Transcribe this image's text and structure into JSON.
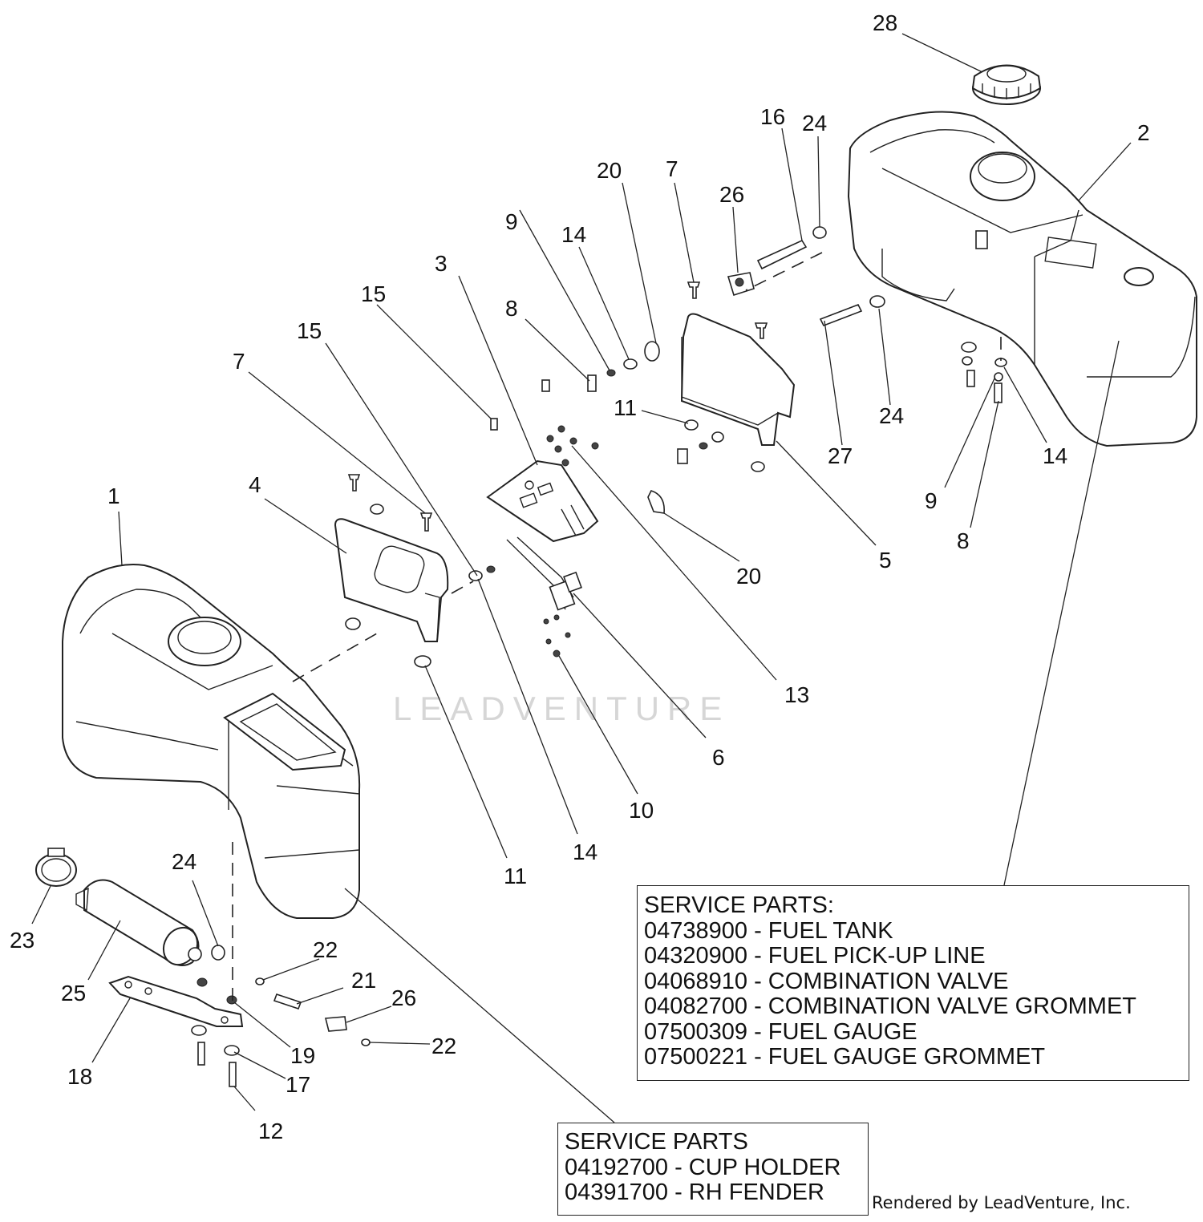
{
  "callouts": [
    {
      "id": "c28",
      "text": "28"
    },
    {
      "id": "c2",
      "text": "2"
    },
    {
      "id": "c16",
      "text": "16"
    },
    {
      "id": "c24a",
      "text": "24"
    },
    {
      "id": "c20a",
      "text": "20"
    },
    {
      "id": "c7a",
      "text": "7"
    },
    {
      "id": "c26a",
      "text": "26"
    },
    {
      "id": "c9a",
      "text": "9"
    },
    {
      "id": "c14a",
      "text": "14"
    },
    {
      "id": "c3",
      "text": "3"
    },
    {
      "id": "c15a",
      "text": "15"
    },
    {
      "id": "c8a",
      "text": "8"
    },
    {
      "id": "c15b",
      "text": "15"
    },
    {
      "id": "c7b",
      "text": "7"
    },
    {
      "id": "c11a",
      "text": "11"
    },
    {
      "id": "c24b",
      "text": "24"
    },
    {
      "id": "c27",
      "text": "27"
    },
    {
      "id": "c14b",
      "text": "14"
    },
    {
      "id": "c9b",
      "text": "9"
    },
    {
      "id": "c8b",
      "text": "8"
    },
    {
      "id": "c1",
      "text": "1"
    },
    {
      "id": "c4",
      "text": "4"
    },
    {
      "id": "c20b",
      "text": "20"
    },
    {
      "id": "c5",
      "text": "5"
    },
    {
      "id": "c13",
      "text": "13"
    },
    {
      "id": "c6",
      "text": "6"
    },
    {
      "id": "c10",
      "text": "10"
    },
    {
      "id": "c14c",
      "text": "14"
    },
    {
      "id": "c11b",
      "text": "11"
    },
    {
      "id": "c24c",
      "text": "24"
    },
    {
      "id": "c23",
      "text": "23"
    },
    {
      "id": "c22a",
      "text": "22"
    },
    {
      "id": "c21",
      "text": "21"
    },
    {
      "id": "c25",
      "text": "25"
    },
    {
      "id": "c26b",
      "text": "26"
    },
    {
      "id": "c22b",
      "text": "22"
    },
    {
      "id": "c19",
      "text": "19"
    },
    {
      "id": "c18",
      "text": "18"
    },
    {
      "id": "c17",
      "text": "17"
    },
    {
      "id": "c12",
      "text": "12"
    }
  ],
  "service_box_1": {
    "lines": [
      "SERVICE PARTS:",
      "04738900 - FUEL TANK",
      "04320900 - FUEL PICK-UP LINE",
      "04068910 - COMBINATION VALVE",
      "04082700 - COMBINATION VALVE GROMMET",
      "07500309 - FUEL GAUGE",
      "07500221 - FUEL GAUGE GROMMET"
    ]
  },
  "service_box_2": {
    "lines": [
      "SERVICE PARTS",
      "04192700 - CUP HOLDER",
      "04391700 - RH FENDER"
    ]
  },
  "watermark": "LEADVENTURE",
  "rendered_by": "Rendered by LeadVenture, Inc."
}
